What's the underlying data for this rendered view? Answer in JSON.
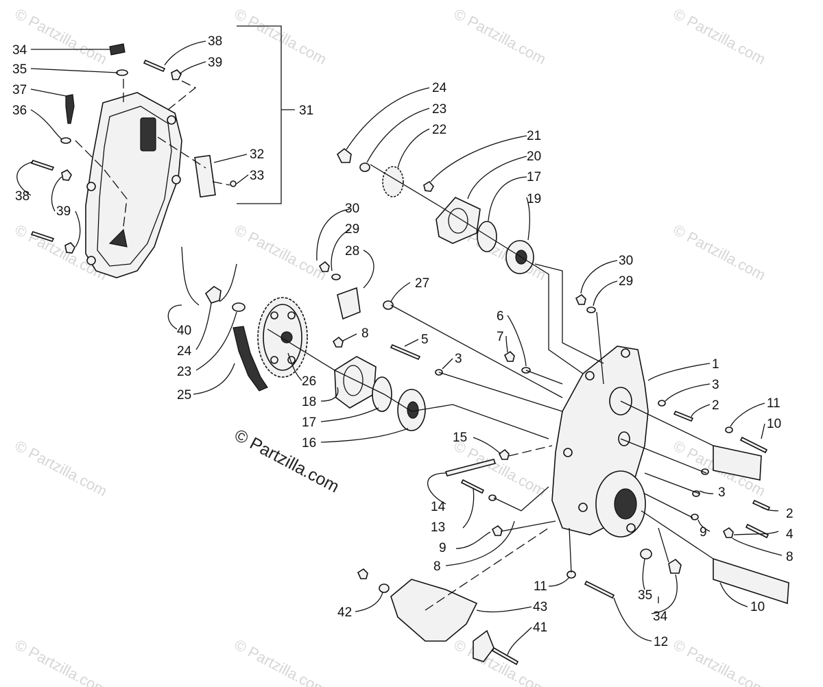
{
  "watermarks": {
    "center": "© Partzilla.com",
    "tile": "© Partzilla.com"
  },
  "labels": {
    "p34a": "34",
    "p35a": "35",
    "p37": "37",
    "p36": "36",
    "p38a": "38",
    "p39a": "39",
    "p38b": "38",
    "p39b": "39",
    "p31": "31",
    "p32": "32",
    "p33": "33",
    "p40": "40",
    "p24b": "24",
    "p23b": "23",
    "p25": "25",
    "p26": "26",
    "p18": "18",
    "p17b": "17",
    "p16": "16",
    "p30a": "30",
    "p29a": "29",
    "p28": "28",
    "p27": "27",
    "p8a": "8",
    "p5": "5",
    "p3a": "3",
    "p24a": "24",
    "p23a": "23",
    "p22": "22",
    "p21": "21",
    "p20": "20",
    "p17a": "17",
    "p19": "19",
    "p30b": "30",
    "p29b": "29",
    "p6": "6",
    "p7": "7",
    "p1": "1",
    "p3b": "3",
    "p2a": "2",
    "p11a": "11",
    "p10a": "10",
    "p15": "15",
    "p14": "14",
    "p13": "13",
    "p9a": "9",
    "p8b": "8",
    "p3c": "3",
    "p2b": "2",
    "p9b": "9",
    "p4": "4",
    "p8c": "8",
    "p11b": "11",
    "p35b": "35",
    "p34b": "34",
    "p10b": "10",
    "p42": "42",
    "p43": "43",
    "p41": "41",
    "p12": "12"
  }
}
